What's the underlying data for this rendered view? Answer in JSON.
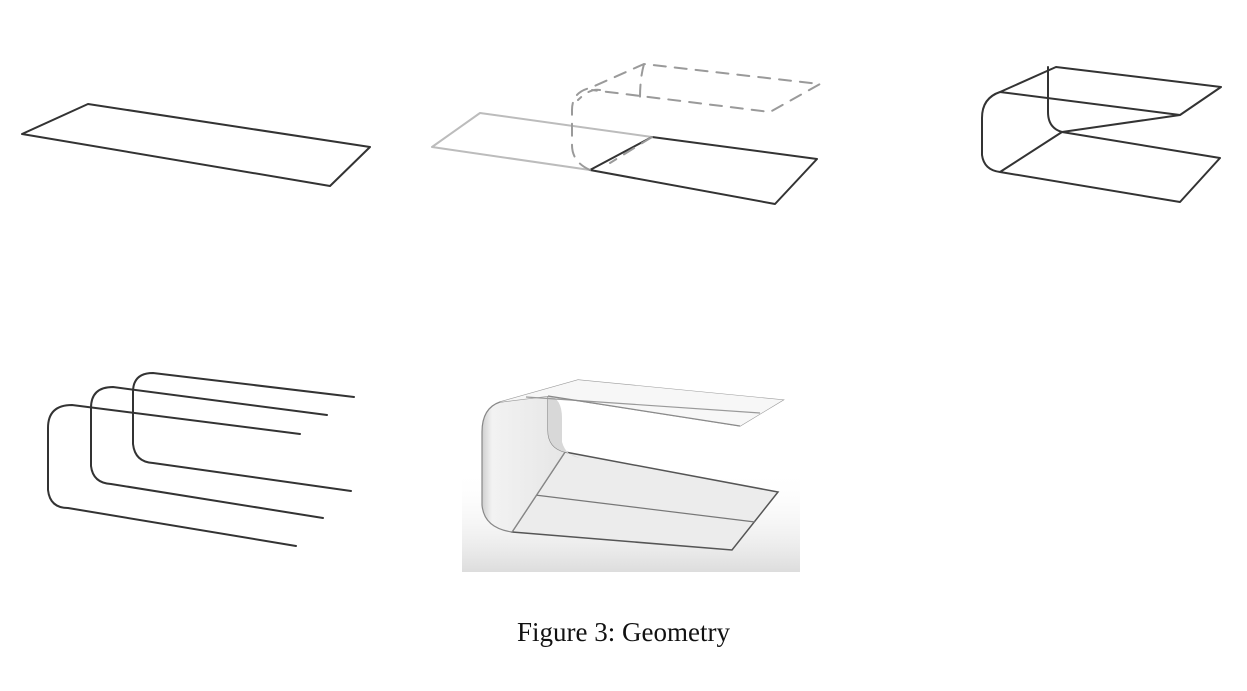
{
  "caption": "Figure 3: Geometry",
  "colors": {
    "line": "#333333",
    "faded_line": "#b8b8b8",
    "dashed_line": "#9a9a9a",
    "surface_light": "#f4f4f4",
    "surface_shade": "#dcdcdc",
    "background": "#ffffff"
  },
  "panels": [
    {
      "id": "flat-sheet"
    },
    {
      "id": "fold-preview"
    },
    {
      "id": "folded-frame"
    },
    {
      "id": "nested-profiles"
    },
    {
      "id": "rendered-bench"
    }
  ]
}
